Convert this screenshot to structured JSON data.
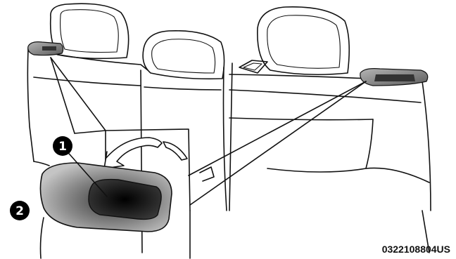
{
  "callouts": [
    {
      "number": "1"
    },
    {
      "number": "2"
    }
  ],
  "figure_code": "0322108804US",
  "colors": {
    "line": "#111111",
    "handle_gray": "#8a8a8a",
    "recess_dark": "#1a1a1a",
    "badge": "#000000"
  },
  "icons": [
    "fold-arrow-icon",
    "seat-release-handle"
  ]
}
